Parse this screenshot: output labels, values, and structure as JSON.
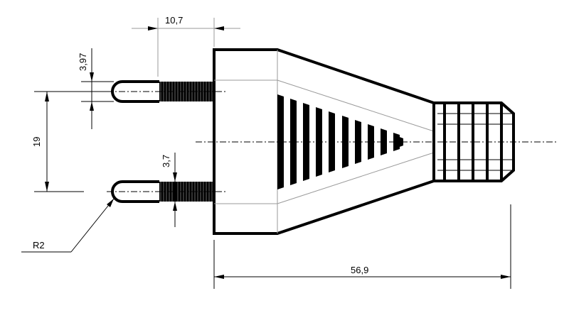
{
  "drawing": {
    "dimensions": {
      "pin_offset": "10,7",
      "pin_tip_diameter": "3,97",
      "pin_spacing": "19",
      "pin_shank_diameter": "3,7",
      "tip_radius": "R2",
      "overall_length": "56,9"
    }
  }
}
